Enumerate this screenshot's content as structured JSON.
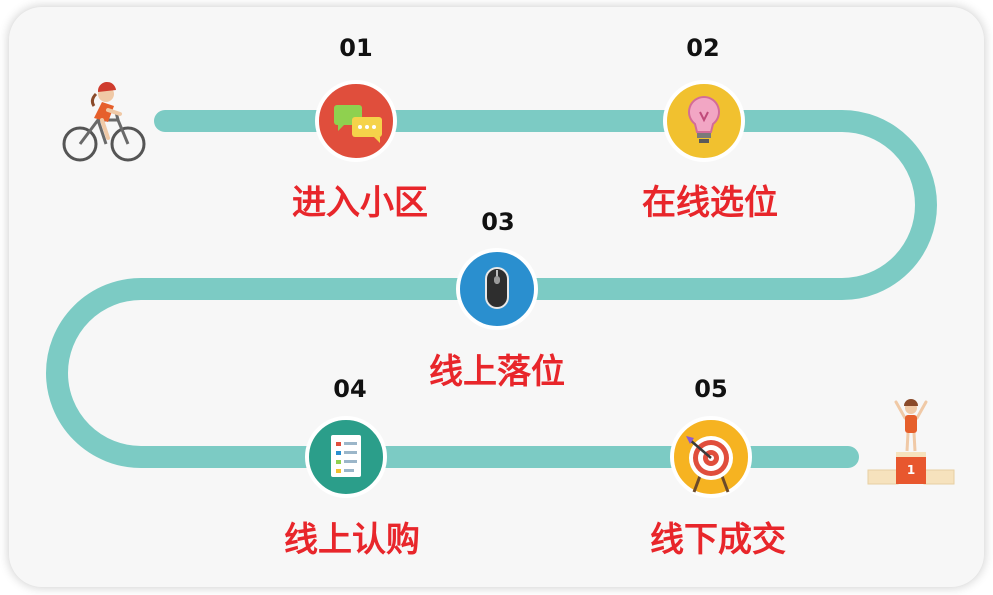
{
  "colors": {
    "track": "#7ccbc4",
    "label": "#e8262b",
    "number": "#111111",
    "step1": "#e04e3c",
    "step2": "#f1c12f",
    "step3": "#2a8fcf",
    "step4": "#2b9e8a",
    "step5": "#f6b321"
  },
  "steps": [
    {
      "number": "01",
      "label": "进入小区",
      "icon": "chat-bubbles-icon"
    },
    {
      "number": "02",
      "label": "在线选位",
      "icon": "lightbulb-icon"
    },
    {
      "number": "03",
      "label": "线上落位",
      "icon": "mouse-icon"
    },
    {
      "number": "04",
      "label": "线上认购",
      "icon": "document-list-icon"
    },
    {
      "number": "05",
      "label": "线下成交",
      "icon": "target-icon"
    }
  ],
  "start_icon": "cyclist-icon",
  "end_icon": "winner-podium-icon",
  "podium_text": "1"
}
